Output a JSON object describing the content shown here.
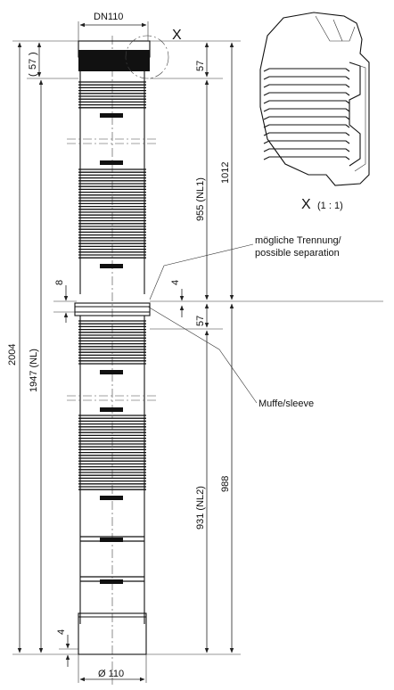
{
  "labels": {
    "dn_top": "DN110",
    "detail_marker": "X",
    "detail_caption_letter": "X",
    "detail_caption_scale": "(1 : 1)",
    "separation_de": "mögliche Trennung/",
    "separation_en": "possible separation",
    "sleeve": "Muffe/sleeve",
    "diameter_bottom": "Ø 110"
  },
  "dimensions": {
    "d57_top_left": "57",
    "d57_top_right": "57",
    "d1012": "1012",
    "d955": "955 (NL1)",
    "d2004": "2004",
    "d1947": "1947 (NL)",
    "d8": "8",
    "d4_mid": "4",
    "d57_mid": "57",
    "d988": "988",
    "d931": "931 (NL2)",
    "d4_bottom": "4"
  }
}
